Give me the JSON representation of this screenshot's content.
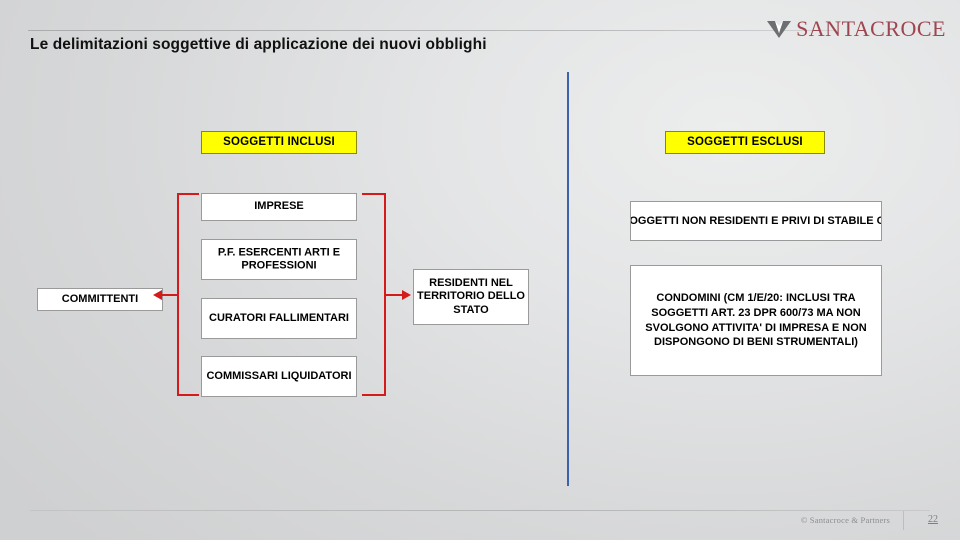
{
  "header": {
    "title": "Le delimitazioni soggettive di applicazione dei nuovi obblighi",
    "logo_text": "SANTACROCE",
    "logo_color": "#9e4650"
  },
  "colors": {
    "highlight_yellow": "#ffff00",
    "bracket_red": "#d41a1a",
    "divider_blue": "#3d62ab",
    "box_white": "#ffffff"
  },
  "diagram": {
    "headings": {
      "included": "SOGGETTI INCLUSI",
      "excluded": "SOGGETTI ESCLUSI"
    },
    "left_entity": "COMMITTENTI",
    "included_items": [
      "IMPRESE",
      "P.F. ESERCENTI ARTI E PROFESSIONI",
      "CURATORI FALLIMENTARI",
      "COMMISSARI LIQUIDATORI"
    ],
    "center_item": "RESIDENTI NEL TERRITORIO DELLO STATO",
    "excluded_items": [
      "SOGGETTI NON RESIDENTI E PRIVI DI STABILE ORGANIZZAZIONE IN IT",
      "CONDOMINI (CM 1/E/20: INCLUSI TRA SOGGETTI ART. 23 DPR 600/73 MA NON SVOLGONO ATTIVITA' DI IMPRESA E NON DISPONGONO DI BENI STRUMENTALI)"
    ]
  },
  "footer": {
    "copyright": "© Santacroce & Partners",
    "page_number": "22"
  }
}
